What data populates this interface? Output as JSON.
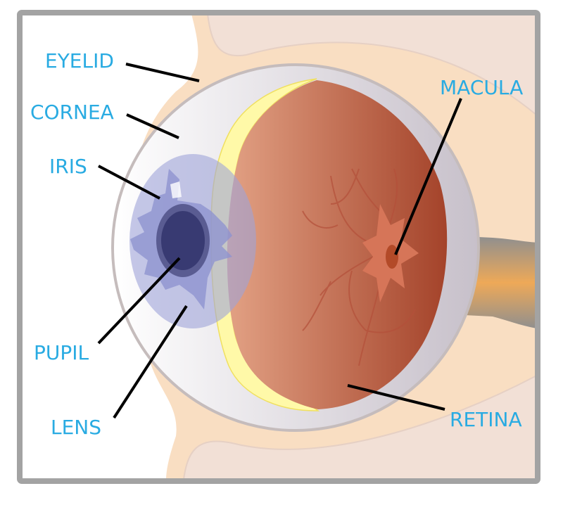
{
  "labels": {
    "eyelid": "EYELID",
    "cornea": "CORNEA",
    "iris": "IRIS",
    "pupil": "PUPIL",
    "lens": "LENS",
    "macula": "MACULA",
    "retina": "RETINA"
  },
  "colors": {
    "label": "#29abe2",
    "frame": "#a3a3a3",
    "skin": "#f9dec2",
    "skin_shadow": "#f2e0d6",
    "retina_light": "#e2a184",
    "retina_dark": "#a4432a",
    "iris": "#9ea3d8",
    "pupil": "#383a72",
    "yellow": "#fff9a8"
  }
}
